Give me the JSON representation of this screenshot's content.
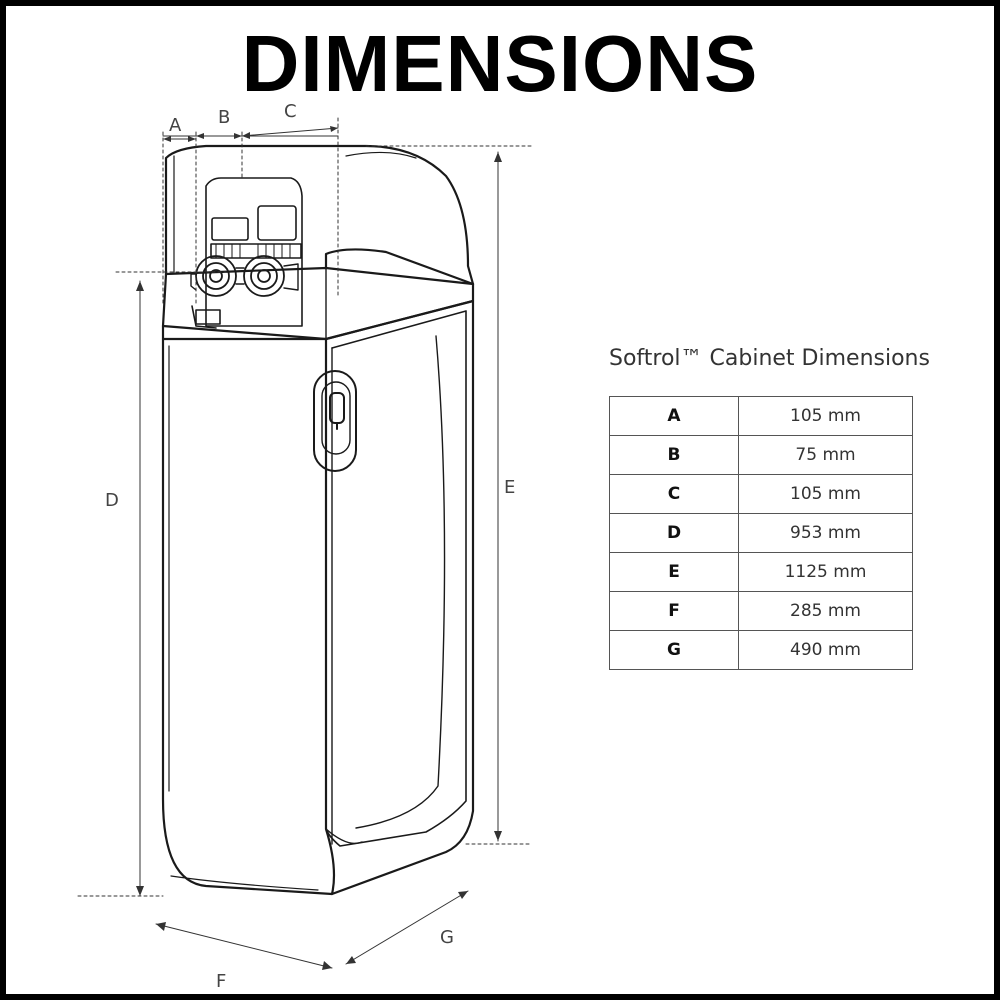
{
  "title": "DIMENSIONS",
  "diagram_labels": {
    "A": "A",
    "B": "B",
    "C": "C",
    "D": "D",
    "E": "E",
    "F": "F",
    "G": "G"
  },
  "table": {
    "title": "Softrol™ Cabinet Dimensions",
    "rows": [
      {
        "key": "A",
        "value": "105 mm"
      },
      {
        "key": "B",
        "value": "75 mm"
      },
      {
        "key": "C",
        "value": "105 mm"
      },
      {
        "key": "D",
        "value": "953 mm"
      },
      {
        "key": "E",
        "value": "1125 mm"
      },
      {
        "key": "F",
        "value": "285 mm"
      },
      {
        "key": "G",
        "value": "490 mm"
      }
    ]
  }
}
